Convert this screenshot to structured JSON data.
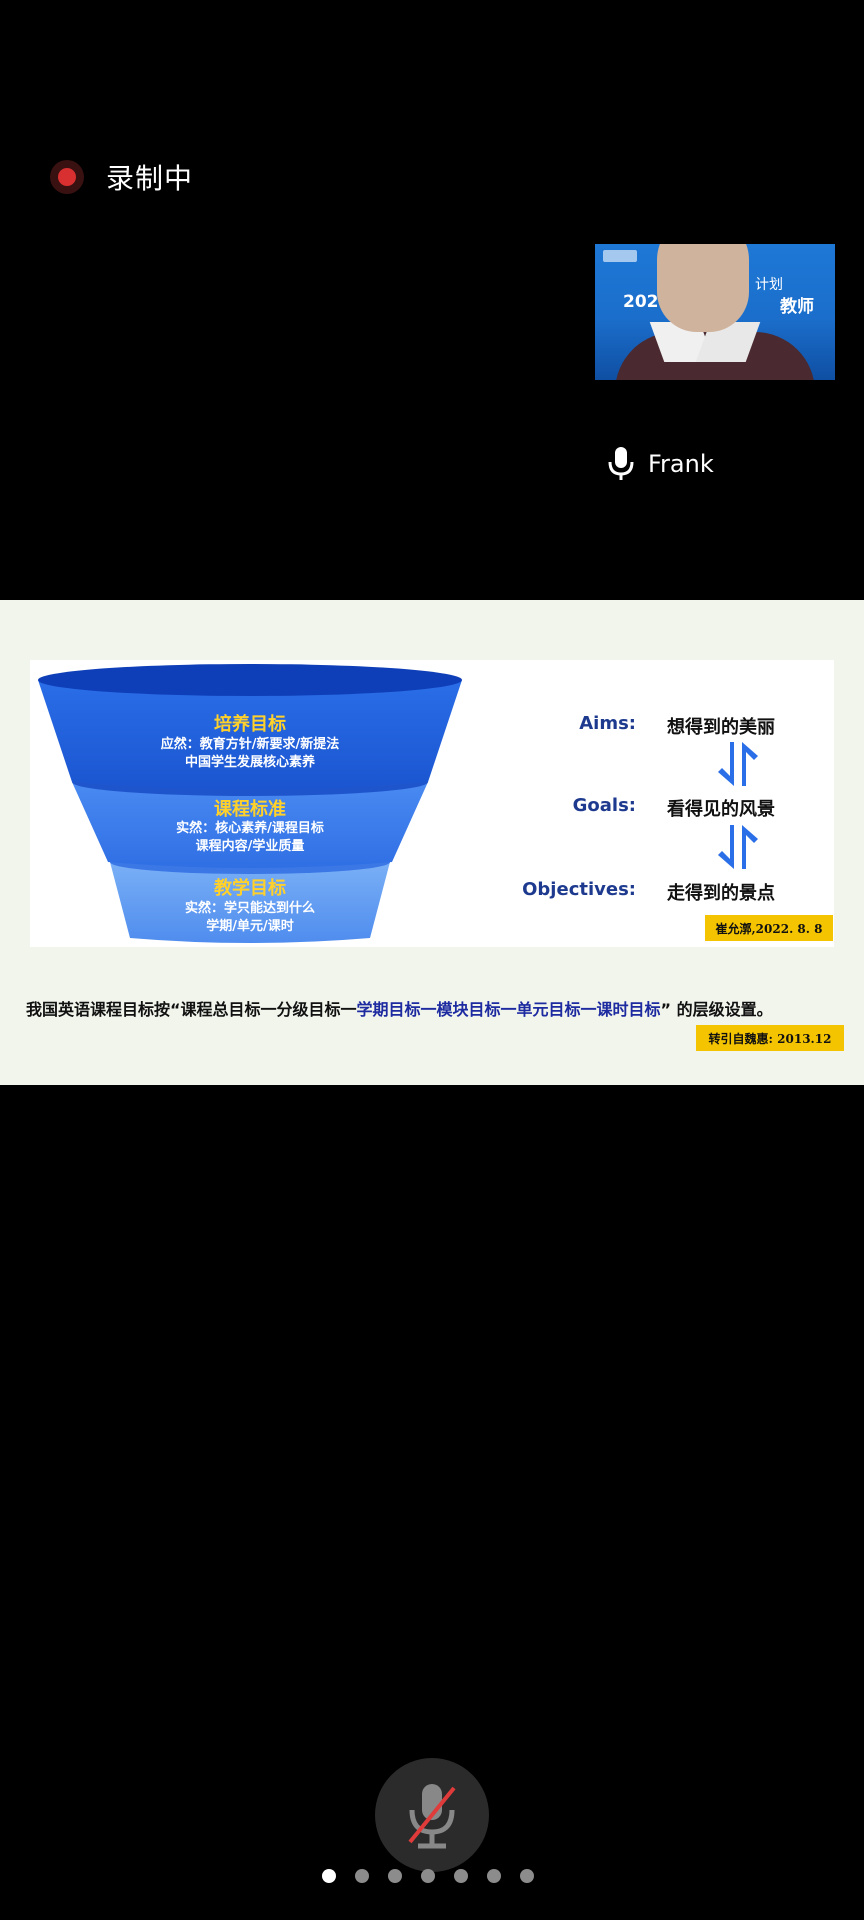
{
  "recording": {
    "label": "录制中"
  },
  "video_tile": {
    "overlay_text_1": "计划",
    "overlay_text_2": "202",
    "overlay_text_3": "教师"
  },
  "participant": {
    "name": "Frank"
  },
  "slide": {
    "funnel": [
      {
        "title": "培养目标",
        "line1": "应然：教育方针/新要求/新提法",
        "line2": "中国学生发展核心素养"
      },
      {
        "title": "课程标准",
        "line1": "实然：核心素养/课程目标",
        "line2": "课程内容/学业质量"
      },
      {
        "title": "教学目标",
        "line1": "实然：学只能达到什么",
        "line2": "学期/单元/课时"
      }
    ],
    "pairs": [
      {
        "label": "Aims:",
        "value": "想得到的美丽"
      },
      {
        "label": "Goals:",
        "value": "看得见的风景"
      },
      {
        "label": "Objectives:",
        "value": "走得到的景点"
      }
    ],
    "attribution_1": "崔允漷,2022. 8. 8",
    "sentence_prefix": "我国英语课程目标按“课程总目标一分级目标一",
    "sentence_highlight": "学期目标一模块目标一单元目标一课时目标",
    "sentence_suffix": "” 的层级设置。",
    "attribution_2": "转引自魏惠: 2013.12"
  },
  "controls": {
    "mic_state": "muted",
    "page_count": 7,
    "active_page": 1
  },
  "colors": {
    "recording_dot": "#d83030",
    "funnel_top": "#1d5ee0",
    "funnel_mid": "#3b7df0",
    "funnel_bottom": "#6aa5f5",
    "tier_title": "#ffd12a",
    "label_blue": "#1d3a8f",
    "tag_yellow": "#f4c400",
    "highlight_blue": "#1d2aa0"
  }
}
